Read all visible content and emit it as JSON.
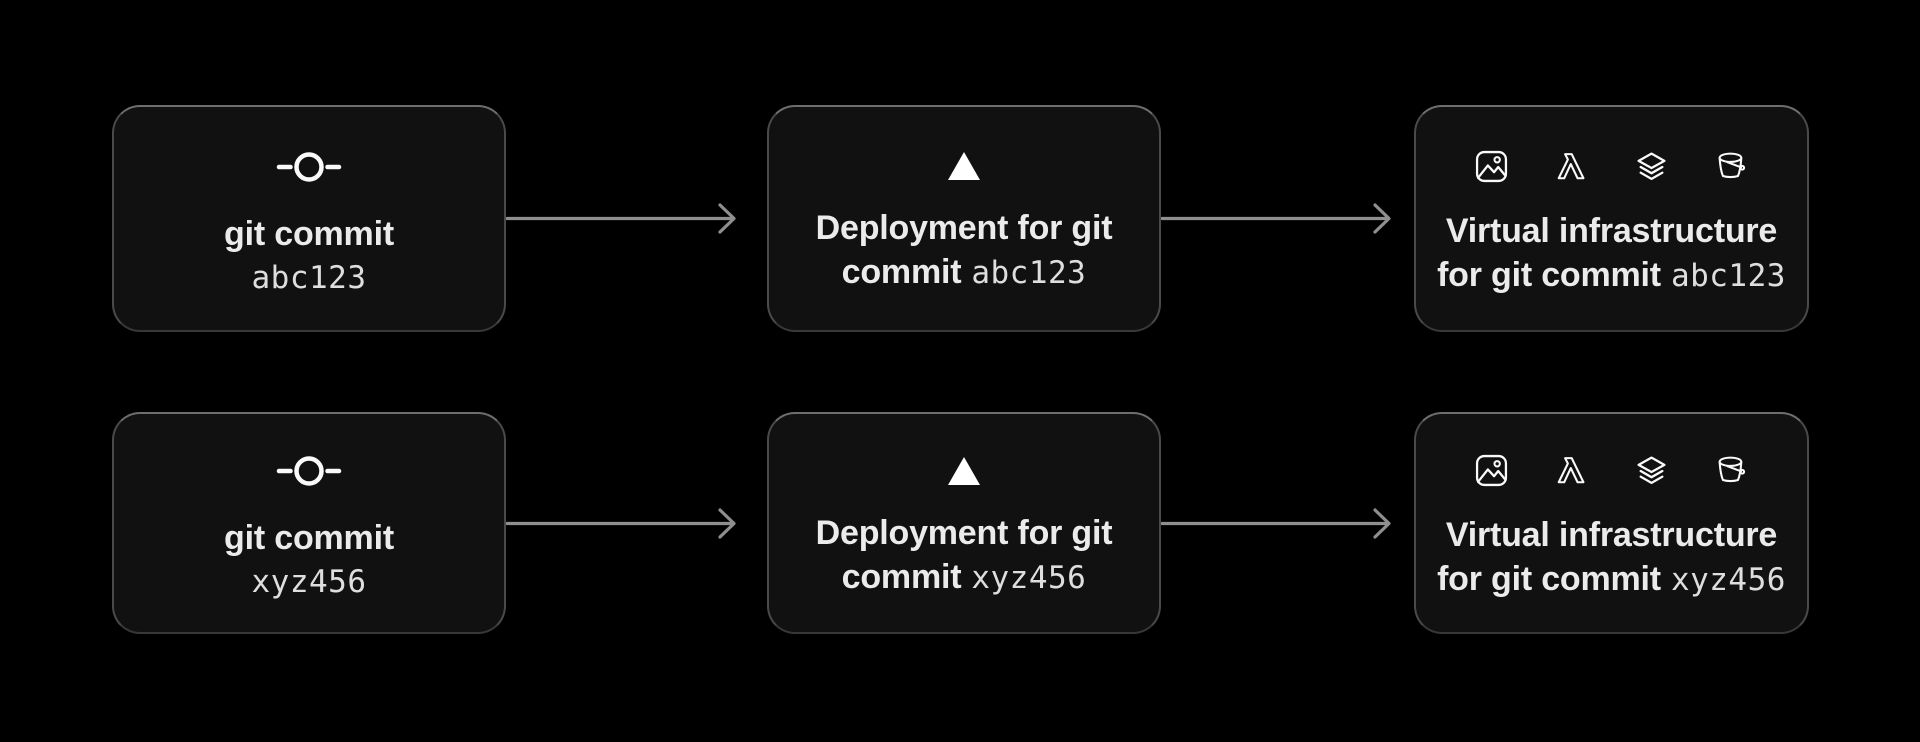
{
  "diagram": {
    "description_colors": {
      "background": "#000000",
      "node_background": "#111111",
      "node_border": "#4a4a4a",
      "label_text": "#ebebeb",
      "hash_text": "#dedede",
      "arrow": "#8f8f8f",
      "icon": "#fafafa"
    },
    "rows": [
      {
        "commit": {
          "title": "git commit",
          "hash": "abc123"
        },
        "deployment": {
          "line1": "Deployment for git",
          "line2_bold": "commit",
          "hash": "abc123"
        },
        "infrastructure": {
          "line1": "Virtual infrastructure",
          "line2_bold": "for git commit",
          "hash": "abc123"
        }
      },
      {
        "commit": {
          "title": "git commit",
          "hash": "xyz456"
        },
        "deployment": {
          "line1": "Deployment for git",
          "line2_bold": "commit",
          "hash": "xyz456"
        },
        "infrastructure": {
          "line1": "Virtual infrastructure",
          "line2_bold": "for git commit",
          "hash": "xyz456"
        }
      }
    ],
    "icons": {
      "commit_node": "git-commit-icon",
      "deployment_node": "vercel-triangle-icon",
      "infrastructure_node": [
        "image-icon",
        "lambda-icon",
        "layers-icon",
        "bucket-icon"
      ]
    }
  }
}
